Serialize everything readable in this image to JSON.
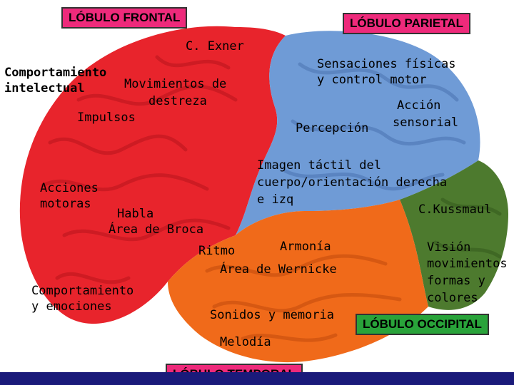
{
  "colors": {
    "frontal": "#e8242c",
    "parietal": "#6f9bd6",
    "temporal": "#f06a1a",
    "occipital": "#4d7a2e",
    "lobe_box_frontal": "#ee2a7b",
    "lobe_box_parietal": "#ee2a7b",
    "lobe_box_temporal": "#ee2a7b",
    "lobe_box_occipital": "#29a33a",
    "bottom_bar": "#1a1a7a"
  },
  "lobes": {
    "frontal": "LÓBULO FRONTAL",
    "parietal": "LÓBULO PARIETAL",
    "temporal": "LÓBULO TEMPORAL",
    "occipital": "LÓBULO OCCIPITAL"
  },
  "labels": {
    "exner": "C. Exner",
    "comportamiento_1": "Comportamiento",
    "comportamiento_2": "intelectual",
    "movimientos_1": "Movimientos de",
    "movimientos_2": "destreza",
    "impulsos": "Impulsos",
    "acciones_1": "Acciones",
    "acciones_2": "motoras",
    "habla": "Habla",
    "broca": "Área de Broca",
    "emociones_1": "Comportamiento",
    "emociones_2": "y emociones",
    "sensaciones_1": "Sensaciones físicas",
    "sensaciones_2": "y control motor",
    "accion_1": "Acción",
    "accion_2": "sensorial",
    "percepcion": "Percepción",
    "imagen_1": "Imagen táctil del",
    "imagen_2": "cuerpo/orientación derecha",
    "imagen_3": "e izq",
    "kussmaul": "C.Kussmaul",
    "ritmo": "Ritmo",
    "armonia": "Armonía",
    "wernicke": "Área de Wernicke",
    "vision_1": "Visión",
    "vision_2": "movimientos",
    "vision_3": "formas y",
    "vision_4": "colores",
    "sonidos": "Sonidos y memoria",
    "melodia": "Melodía"
  }
}
